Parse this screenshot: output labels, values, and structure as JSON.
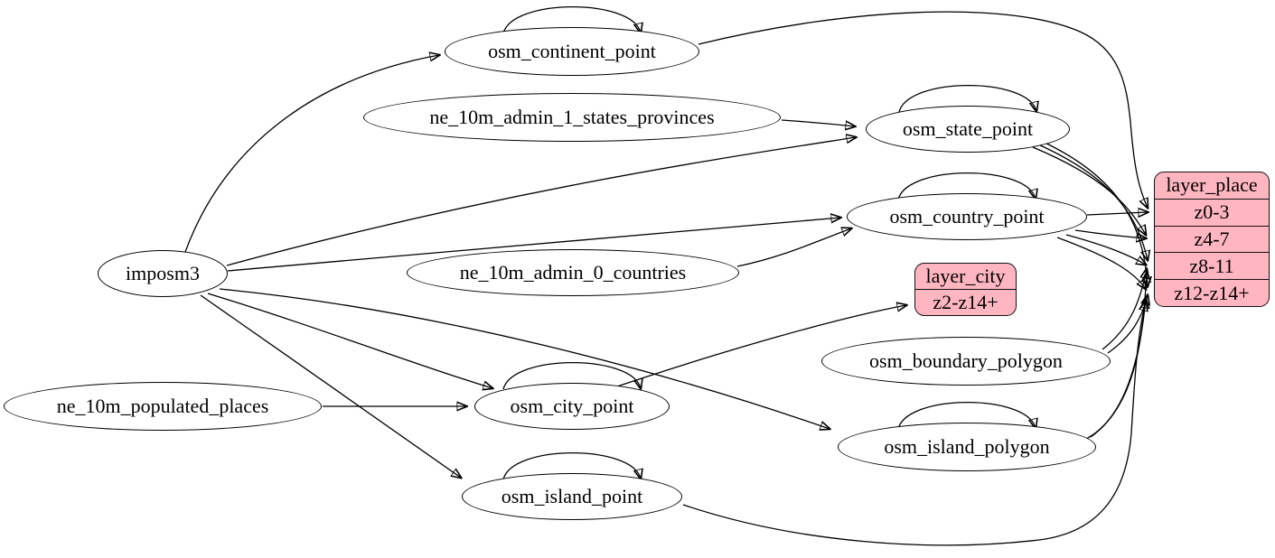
{
  "diagram": {
    "background": "#ffffff",
    "node_fill": "#ffffff",
    "node_stroke": "#000000",
    "record_fill": "#ffb6c1",
    "edge_color": "#000000"
  },
  "nodes": {
    "imposm3": {
      "label": "imposm3"
    },
    "osm_continent_point": {
      "label": "osm_continent_point"
    },
    "ne_10m_admin_1_states_provinces": {
      "label": "ne_10m_admin_1_states_provinces"
    },
    "osm_state_point": {
      "label": "osm_state_point"
    },
    "osm_country_point": {
      "label": "osm_country_point"
    },
    "ne_10m_admin_0_countries": {
      "label": "ne_10m_admin_0_countries"
    },
    "osm_boundary_polygon": {
      "label": "osm_boundary_polygon"
    },
    "osm_island_polygon": {
      "label": "osm_island_polygon"
    },
    "ne_10m_populated_places": {
      "label": "ne_10m_populated_places"
    },
    "osm_city_point": {
      "label": "osm_city_point"
    },
    "osm_island_point": {
      "label": "osm_island_point"
    }
  },
  "records": {
    "layer_city": {
      "title": "layer_city",
      "rows": [
        "z2-z14+"
      ]
    },
    "layer_place": {
      "title": "layer_place",
      "rows": [
        "z0-3",
        "z4-7",
        "z8-11",
        "z12-z14+"
      ]
    }
  },
  "edges": [
    {
      "from": "imposm3",
      "to": "osm_continent_point"
    },
    {
      "from": "imposm3",
      "to": "osm_state_point"
    },
    {
      "from": "imposm3",
      "to": "osm_country_point"
    },
    {
      "from": "imposm3",
      "to": "osm_city_point"
    },
    {
      "from": "imposm3",
      "to": "osm_island_point"
    },
    {
      "from": "imposm3",
      "to": "osm_island_polygon"
    },
    {
      "from": "ne_10m_admin_1_states_provinces",
      "to": "osm_state_point"
    },
    {
      "from": "ne_10m_admin_0_countries",
      "to": "osm_country_point"
    },
    {
      "from": "ne_10m_populated_places",
      "to": "osm_city_point"
    },
    {
      "from": "osm_continent_point",
      "to": "osm_continent_point"
    },
    {
      "from": "osm_state_point",
      "to": "osm_state_point"
    },
    {
      "from": "osm_country_point",
      "to": "osm_country_point"
    },
    {
      "from": "osm_city_point",
      "to": "osm_city_point"
    },
    {
      "from": "osm_island_point",
      "to": "osm_island_point"
    },
    {
      "from": "osm_island_polygon",
      "to": "osm_island_polygon"
    },
    {
      "from": "osm_continent_point",
      "to": "layer_place:z0-3"
    },
    {
      "from": "osm_country_point",
      "to": "layer_place:z0-3"
    },
    {
      "from": "osm_state_point",
      "to": "layer_place:z4-7"
    },
    {
      "from": "osm_state_point",
      "to": "layer_place:z8-11"
    },
    {
      "from": "osm_state_point",
      "to": "layer_place:z12-z14+"
    },
    {
      "from": "osm_country_point",
      "to": "layer_place:z4-7"
    },
    {
      "from": "osm_country_point",
      "to": "layer_place:z8-11"
    },
    {
      "from": "osm_country_point",
      "to": "layer_place:z12-z14+"
    },
    {
      "from": "osm_city_point",
      "to": "layer_city:z2-z14+"
    },
    {
      "from": "osm_boundary_polygon",
      "to": "layer_place:z8-11"
    },
    {
      "from": "osm_boundary_polygon",
      "to": "layer_place:z12-z14+"
    },
    {
      "from": "osm_island_polygon",
      "to": "layer_place:z8-11"
    },
    {
      "from": "osm_island_polygon",
      "to": "layer_place:z12-z14+"
    },
    {
      "from": "osm_island_point",
      "to": "layer_place:z12-z14+"
    }
  ]
}
